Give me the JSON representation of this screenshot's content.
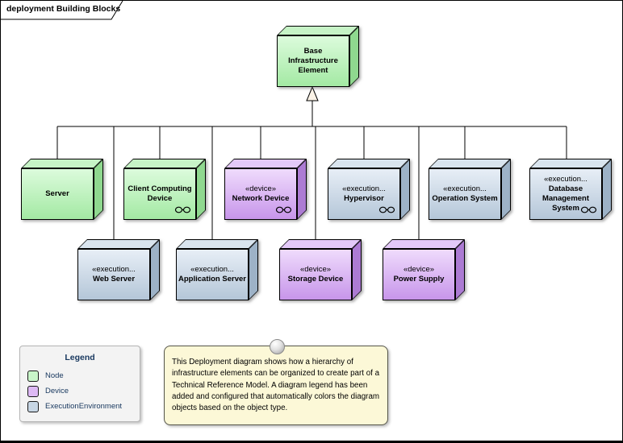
{
  "frame": {
    "title": "deployment Building Blocks"
  },
  "palette": {
    "node_green": "#c9f5c9",
    "device_purple": "#ddb9f4",
    "execution_environment_blue": "#c7d6e4",
    "note_yellow": "#fcf8d7",
    "legend_text": "#17375e",
    "connector": "#000000"
  },
  "nodes": [
    {
      "label": "Base Infrastructure Element",
      "stereotype": "",
      "type": "Node"
    },
    {
      "label": "Server",
      "stereotype": "",
      "type": "Node"
    },
    {
      "label": "Client Computing Device",
      "stereotype": "",
      "type": "Node",
      "composite": true
    },
    {
      "label": "Network Device",
      "stereotype": "«device»",
      "type": "Device",
      "composite": true
    },
    {
      "label": "Hypervisor",
      "stereotype": "«execution...",
      "type": "ExecutionEnvironment",
      "composite": true
    },
    {
      "label": "Operation System",
      "stereotype": "«execution...",
      "type": "ExecutionEnvironment"
    },
    {
      "label": "Database Management System",
      "stereotype": "«execution...",
      "type": "ExecutionEnvironment",
      "composite": true
    },
    {
      "label": "Web Server",
      "stereotype": "«execution...",
      "type": "ExecutionEnvironment"
    },
    {
      "label": "Application Server",
      "stereotype": "«execution...",
      "type": "ExecutionEnvironment"
    },
    {
      "label": "Storage Device",
      "stereotype": "«device»",
      "type": "Device"
    },
    {
      "label": "Power Supply",
      "stereotype": "«device»",
      "type": "Device"
    }
  ],
  "legend": {
    "title": "Legend",
    "items": [
      {
        "label": "Node",
        "color": "#c9f5c9"
      },
      {
        "label": "Device",
        "color": "#ddb9f4"
      },
      {
        "label": "ExecutionEnvironment",
        "color": "#c7d6e4"
      }
    ]
  },
  "note": {
    "text": "This Deployment diagram shows how a hierarchy of infrastructure elements can be organized to create part of a Technical Reference Model. A diagram legend has been added and configured that automatically colors the diagram objects based on the object type."
  }
}
